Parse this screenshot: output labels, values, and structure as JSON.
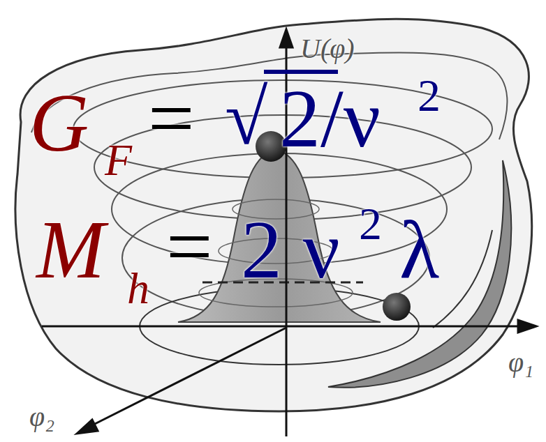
{
  "diagram": {
    "labels": [
      "U(φ)",
      "φ₁",
      "φ₂",
      "G",
      "F",
      "=",
      "√",
      "2/ν",
      "2",
      "M",
      "h",
      "=",
      "2 ν",
      "2",
      "λ"
    ]
  }
}
